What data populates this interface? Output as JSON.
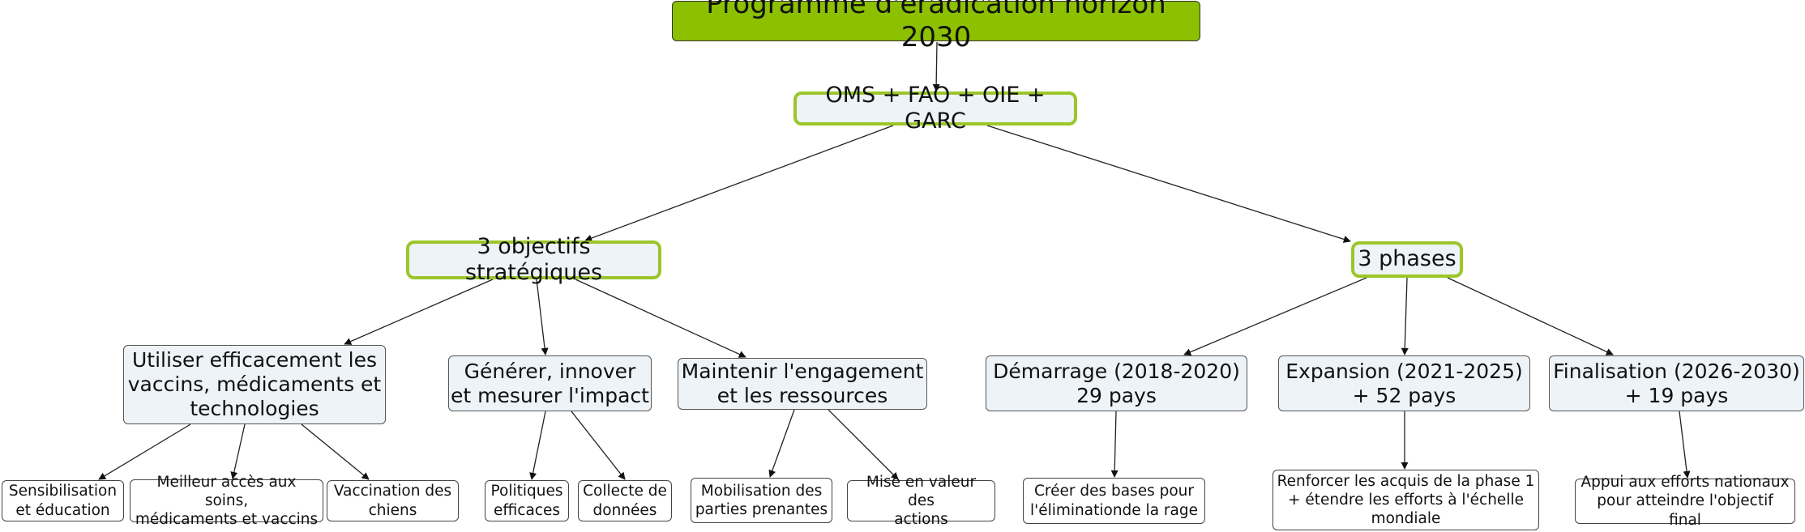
{
  "root": {
    "label": "Programme d'éradication horizon 2030"
  },
  "partners": {
    "label": "OMS + FAO + OIE + GARC"
  },
  "objectives": {
    "label": "3 objectifs stratégiques",
    "items": [
      {
        "label": "Utiliser efficacement les\nvaccins, médicaments et\ntechnologies",
        "children": [
          "Sensibilisation\net éducation",
          "Meilleur accès aux soins,\nmédicaments et vaccins",
          "Vaccination des\nchiens"
        ]
      },
      {
        "label": "Générer, innover\net mesurer l'impact",
        "children": [
          "Politiques\nefficaces",
          "Collecte de\ndonnées"
        ]
      },
      {
        "label": "Maintenir l'engagement\net les ressources",
        "children": [
          "Mobilisation des\nparties prenantes",
          "Mise en valeur des\nactions"
        ]
      }
    ]
  },
  "phases": {
    "label": "3 phases",
    "items": [
      {
        "label": "Démarrage (2018-2020)\n29 pays",
        "children": [
          "Créer des bases pour\nl'éliminationde la rage"
        ]
      },
      {
        "label": "Expansion (2021-2025)\n+ 52 pays",
        "children": [
          "Renforcer les acquis de la phase 1\n+ étendre les efforts à l'échelle\nmondiale"
        ]
      },
      {
        "label": "Finalisation (2026-2030)\n+ 19 pays",
        "children": [
          "Appui aux efforts nationaux\npour atteindre l'objectif final"
        ]
      }
    ]
  }
}
